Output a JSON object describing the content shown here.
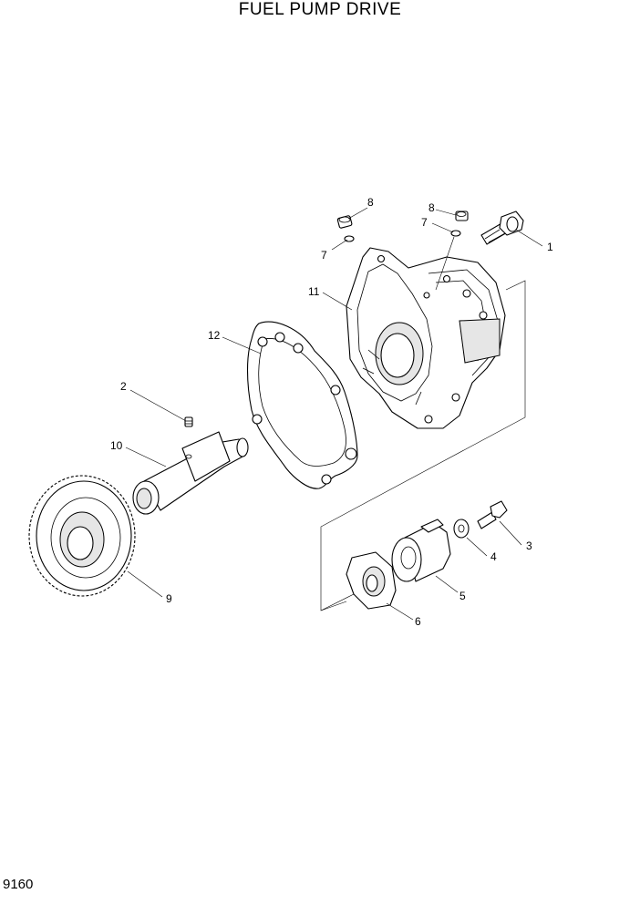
{
  "title": "FUEL PUMP DRIVE",
  "page_number": "9160",
  "callouts": {
    "c1": "1",
    "c2": "2",
    "c3": "3",
    "c4": "4",
    "c5": "5",
    "c6": "6",
    "c7a": "7",
    "c7b": "7",
    "c8a": "8",
    "c8b": "8",
    "c9": "9",
    "c10": "10",
    "c11": "11",
    "c12": "12"
  }
}
